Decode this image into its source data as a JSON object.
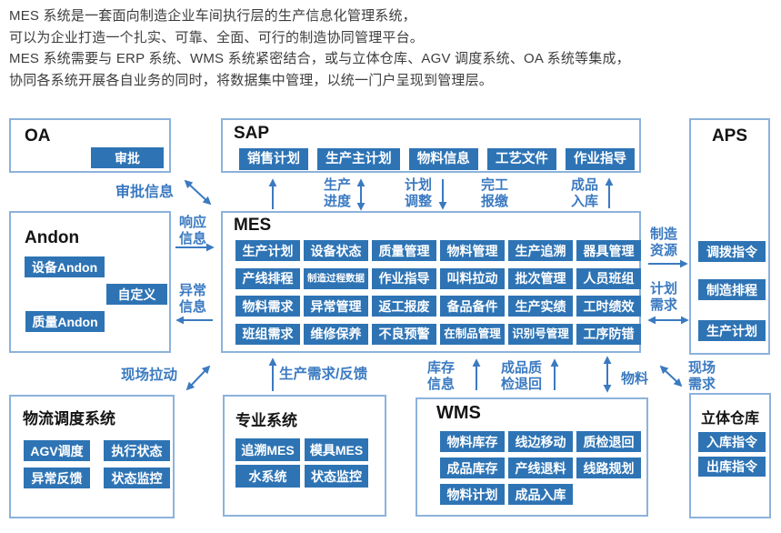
{
  "header": {
    "lines": [
      "MES 系统是一套面向制造企业车间执行层的生产信息化管理系统，",
      "可以为企业打造一个扎实、可靠、全面、可行的制造协同管理平台。",
      "MES 系统需要与 ERP 系统、WMS 系统紧密结合，或与立体仓库、AGV 调度系统、OA 系统等集成，",
      "协同各系统开展各自业务的同时，将数据集中管理，以统一门户呈现到管理层。"
    ]
  },
  "colors": {
    "chip_blue": "#2e74b5",
    "box_border": "#8cb2dc",
    "flow_blue": "#3b7ac1"
  },
  "boxes": {
    "oa": {
      "title": "OA",
      "items": [
        "审批"
      ]
    },
    "sap": {
      "title": "SAP",
      "items": [
        "销售计划",
        "生产主计划",
        "物料信息",
        "工艺文件",
        "作业指导"
      ]
    },
    "aps": {
      "title": "APS",
      "items": [
        "调拨指令",
        "制造排程",
        "生产计划"
      ]
    },
    "andon": {
      "title": "Andon",
      "items": [
        "设备Andon",
        "自定义",
        "质量Andon"
      ]
    },
    "mes": {
      "title": "MES",
      "items": [
        "生产计划",
        "设备状态",
        "质量管理",
        "物料管理",
        "生产追溯",
        "器具管理",
        "产线排程",
        "制造过程数据",
        "作业指导",
        "叫料拉动",
        "批次管理",
        "人员班组",
        "物料需求",
        "异常管理",
        "返工报废",
        "备品备件",
        "生产实绩",
        "工时绩效",
        "班组需求",
        "维修保养",
        "不良预警",
        "在制品管理",
        "识别号管理",
        "工序防错"
      ]
    },
    "logistics": {
      "title": "物流调度系统",
      "items": [
        "AGV调度",
        "执行状态",
        "异常反馈",
        "状态监控"
      ]
    },
    "special": {
      "title": "专业系统",
      "items": [
        "追溯MES",
        "模具MES",
        "水系统",
        "状态监控"
      ]
    },
    "wms": {
      "title": "WMS",
      "items": [
        "物料库存",
        "线边移动",
        "质检退回",
        "成品库存",
        "产线退料",
        "线路规划",
        "物料计划",
        "成品入库"
      ]
    },
    "warehouse": {
      "title": "立体仓库",
      "items": [
        "入库指令",
        "出库指令"
      ]
    }
  },
  "flows": {
    "approval": "审批信息",
    "progress": [
      "生产",
      "进度"
    ],
    "adjust": [
      "计划",
      "调整"
    ],
    "completion": [
      "完工",
      "报缴"
    ],
    "fg_in": [
      "成品",
      "入库"
    ],
    "response": [
      "响应",
      "信息"
    ],
    "exception": [
      "异常",
      "信息"
    ],
    "mfg_res": [
      "制造",
      "资源"
    ],
    "plan_demand": [
      "计划",
      "需求"
    ],
    "site_pull": "现场拉动",
    "prod_demand": "生产需求/反馈",
    "inv_info": [
      "库存",
      "信息"
    ],
    "qc_return": [
      "成品质",
      "检退回"
    ],
    "material": "物料",
    "site_demand": [
      "现场",
      "需求"
    ]
  }
}
